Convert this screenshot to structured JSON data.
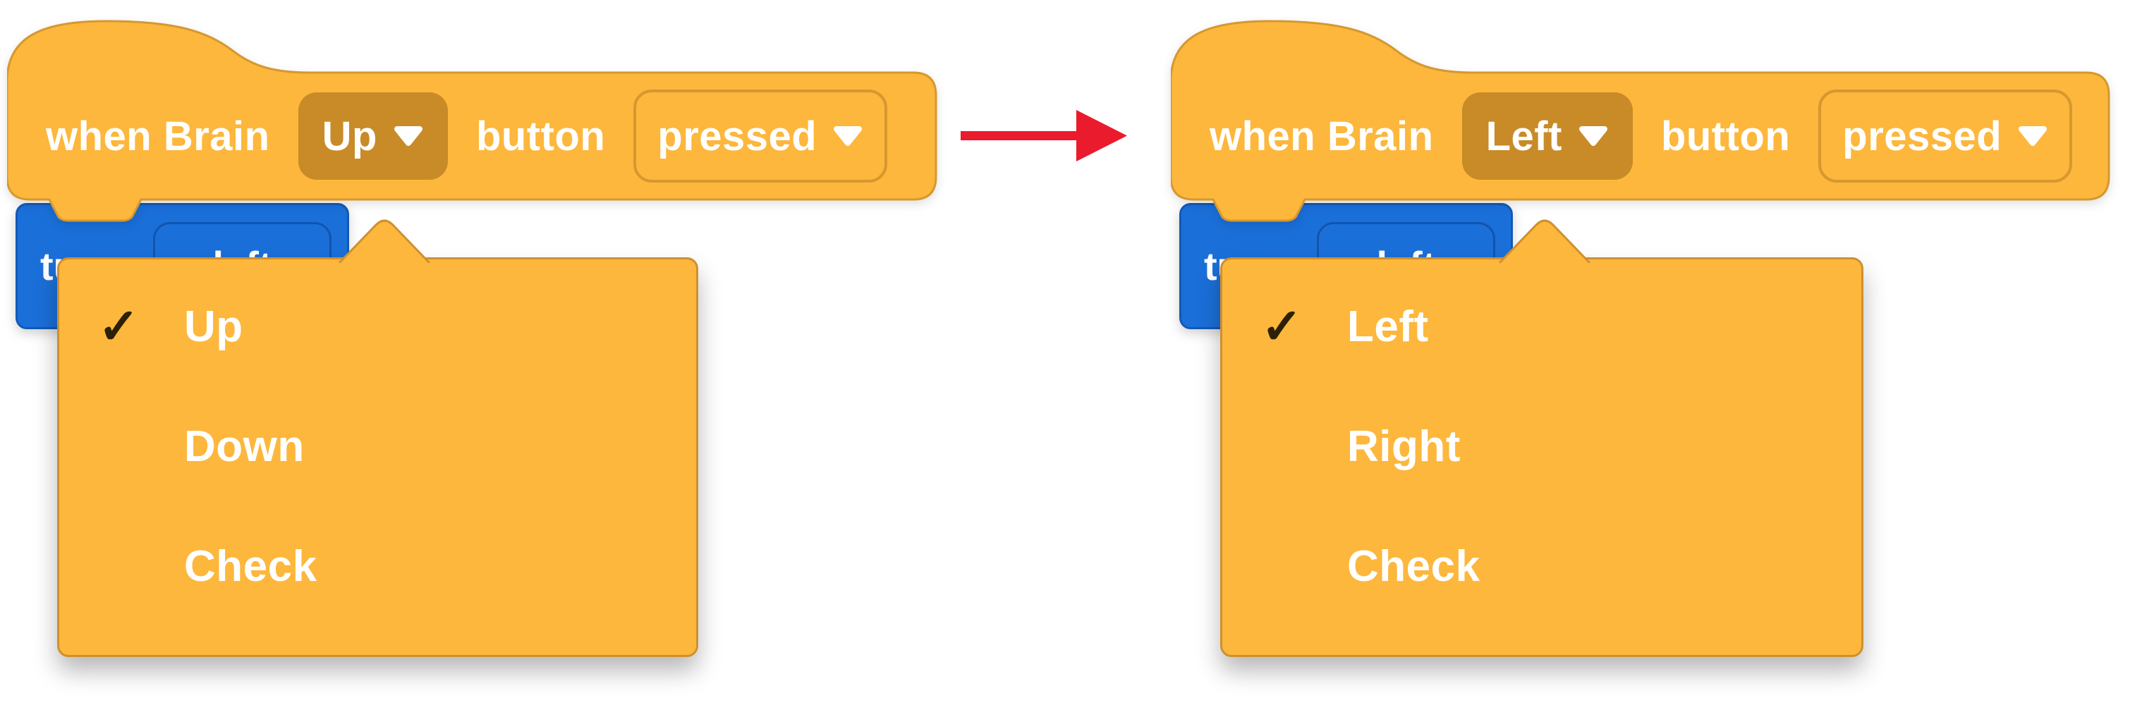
{
  "colors": {
    "block_orange": "#fdb73c",
    "block_orange_border": "#d6982f",
    "selected_field_orange": "#c88b28",
    "menu_panel_orange": "#fdb73c",
    "menu_panel_border": "#ce9030",
    "blue_block": "#1b6fd9",
    "blue_block_border": "#1459b4",
    "blue_field_border": "#1155ad",
    "white_text": "#ffffff",
    "check_mark": "#2b2104",
    "arrow_red": "#ea1b2c",
    "background": "#ffffff"
  },
  "icons": {
    "check": "✓"
  },
  "left": {
    "hat": {
      "when_label": "when Brain",
      "button_field_value": "Up",
      "button_label": "button",
      "state_field_value": "pressed"
    },
    "turn_block": {
      "verb": "turn",
      "direction_field_value": "left"
    },
    "menu": {
      "items": [
        {
          "label": "Up",
          "checked": true
        },
        {
          "label": "Down",
          "checked": false
        },
        {
          "label": "Check",
          "checked": false
        }
      ]
    }
  },
  "right": {
    "hat": {
      "when_label": "when Brain",
      "button_field_value": "Left",
      "button_label": "button",
      "state_field_value": "pressed"
    },
    "turn_block": {
      "verb": "turn",
      "direction_field_value": "left"
    },
    "menu": {
      "items": [
        {
          "label": "Left",
          "checked": true
        },
        {
          "label": "Right",
          "checked": false
        },
        {
          "label": "Check",
          "checked": false
        }
      ]
    }
  }
}
